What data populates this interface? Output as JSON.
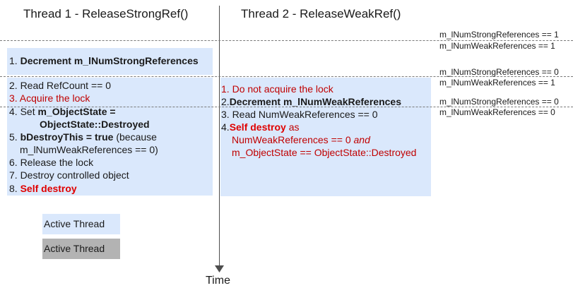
{
  "headers": {
    "thread1": "Thread 1 - ReleaseStrongRef()",
    "thread2": "Thread 2 - ReleaseWeakRef()"
  },
  "axis": {
    "label": "Time"
  },
  "thread1": {
    "step1": {
      "num": "1. ",
      "text": "Decrement m_lNumStrongReferences"
    },
    "step2": "2. Read RefCount == 0",
    "step3": {
      "num": "3. ",
      "text": "Acquire the lock"
    },
    "step4": {
      "num": "4. Set ",
      "text1": "m_ObjectState =",
      "text2": "ObjectState::Destroyed"
    },
    "step5": {
      "num": "5. ",
      "bold": "bDestroyThis = true",
      "rest": " (because",
      "line2": "m_lNumWeakReferences == 0)"
    },
    "step6": "6. Release the lock",
    "step7": "7. Destroy controlled object",
    "step8": {
      "num": "8. ",
      "text": "Self destroy"
    }
  },
  "thread2": {
    "step1": {
      "num": "1. ",
      "text": "Do not acquire the lock"
    },
    "step2": {
      "num": "2.",
      "text": "Decrement m_lNumWeakReferences"
    },
    "step3": "3. Read NumWeakReferences == 0",
    "step4": {
      "num": "4.",
      "bold": "Self destroy",
      "as": " as",
      "line2a": "NumWeakReferences == 0 ",
      "line2b": "and",
      "line3": "m_ObjectState == ObjectState::Destroyed"
    }
  },
  "annotations": [
    {
      "strong": "m_lNumStrongReferences == 1",
      "weak": "m_lNumWeakReferences == 1"
    },
    {
      "strong": "m_lNumStrongReferences == 0",
      "weak": "m_lNumWeakReferences == 1"
    },
    {
      "strong": "m_lNumStrongReferences == 0",
      "weak": "m_lNumWeakReferences == 0"
    }
  ],
  "legend": {
    "active": "Active Thread",
    "inactive": "Active Thread"
  },
  "colors": {
    "active_fill": "#dae8fc",
    "inactive_fill": "#b3b3b3",
    "highlight_red": "#e00000"
  }
}
